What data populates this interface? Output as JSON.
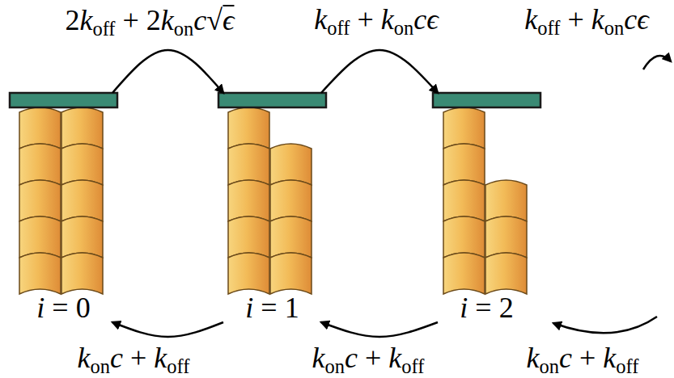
{
  "diagram": {
    "nodes": [
      {
        "text": [
          "i = 0"
        ]
      },
      {
        "text": [
          "i = 1"
        ]
      },
      {
        "text": [
          "i = 2"
        ]
      }
    ],
    "edges": [
      {
        "from": 0,
        "to": 1,
        "arrow": "to",
        "label": "2koff + 2konc√ϵ"
      },
      {
        "from": 1,
        "to": 2,
        "arrow": "to",
        "label": "koff + koncϵ"
      },
      {
        "from": 1,
        "to": 0,
        "arrow": "to",
        "label": "konc + koff"
      },
      {
        "from": 2,
        "to": 1,
        "arrow": "to",
        "label": "konc + koff"
      }
    ],
    "labels": [
      "koff + koncϵ",
      "konc + koff"
    ]
  }
}
